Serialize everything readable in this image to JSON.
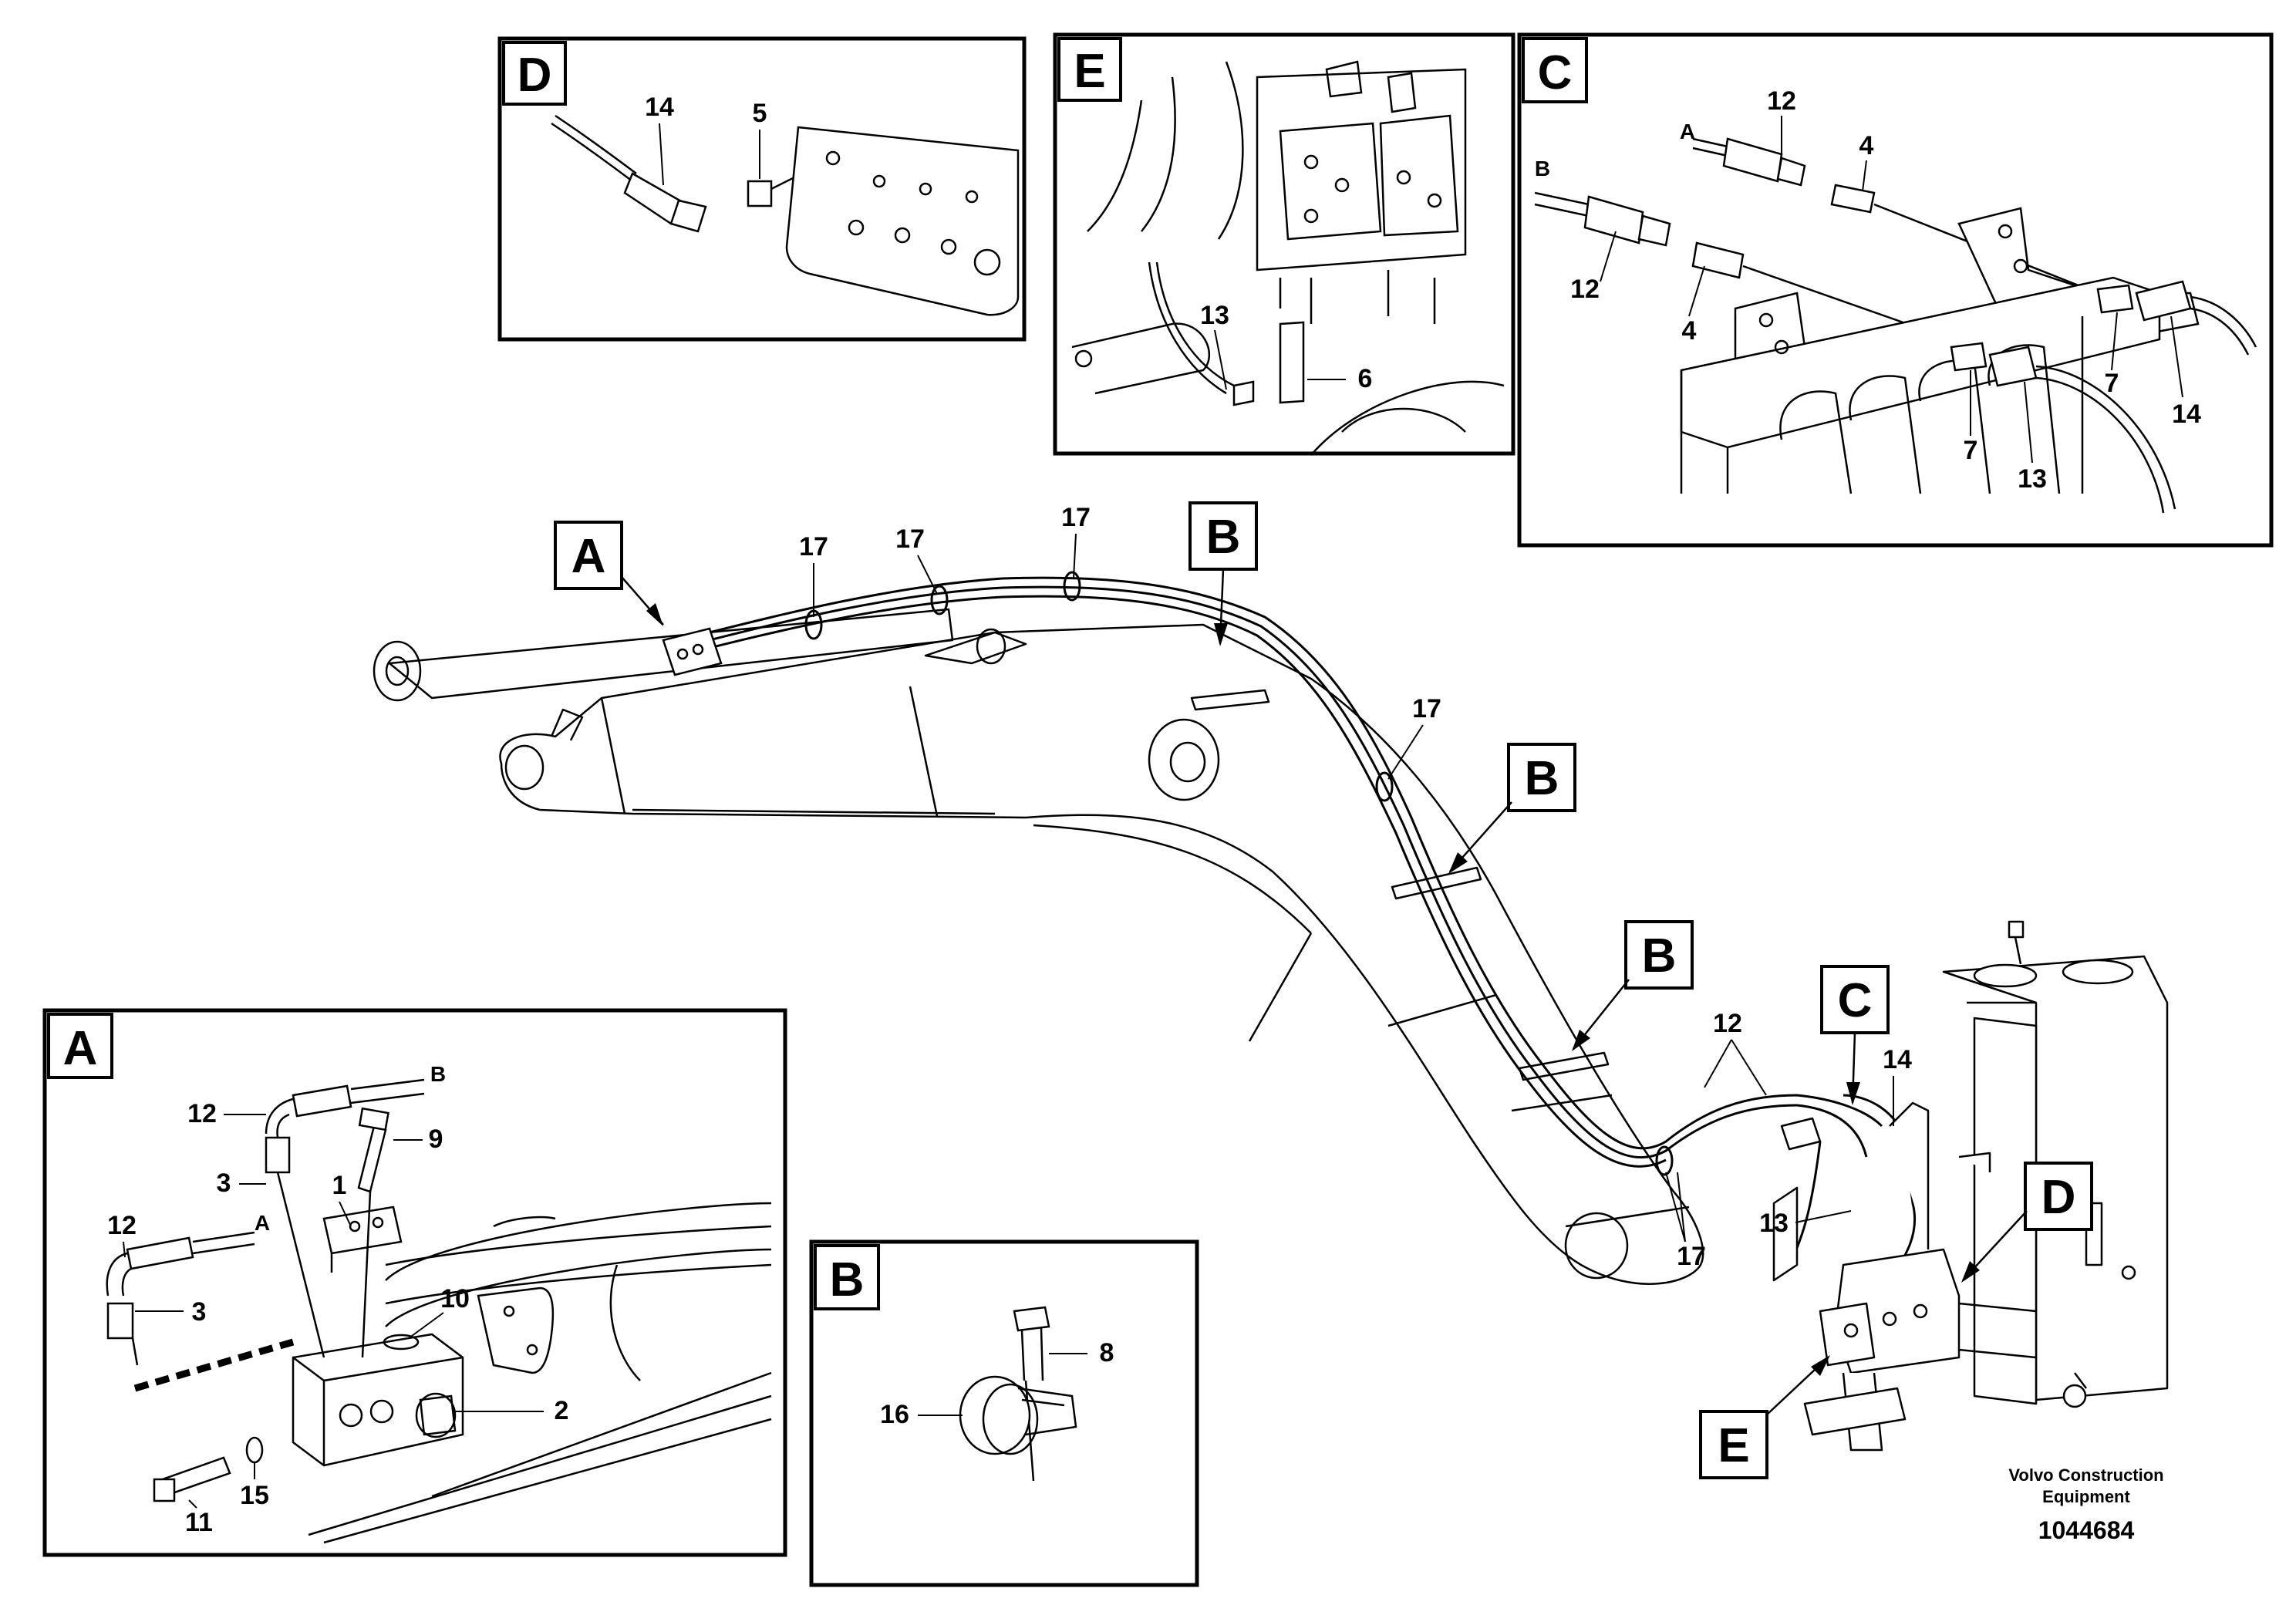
{
  "insets": {
    "D": {
      "letter": "D",
      "callouts": [
        "14",
        "5"
      ]
    },
    "E": {
      "letter": "E",
      "callouts": [
        "13",
        "6"
      ]
    },
    "C": {
      "letter": "C",
      "callouts": [
        "12",
        "4",
        "12",
        "4",
        "7",
        "7",
        "13",
        "14"
      ],
      "ports": [
        "A",
        "B"
      ]
    },
    "A": {
      "letter": "A",
      "callouts": [
        "12",
        "9",
        "3",
        "1",
        "12",
        "3",
        "10",
        "2",
        "11",
        "15"
      ],
      "ports": [
        "B",
        "A"
      ]
    },
    "B": {
      "letter": "B",
      "callouts": [
        "8",
        "16"
      ]
    }
  },
  "main": {
    "refs": {
      "A": "A",
      "B1": "B",
      "B2": "B",
      "B3": "B",
      "C": "C",
      "D": "D",
      "E": "E"
    },
    "callouts": {
      "c17a": "17",
      "c17b": "17",
      "c17c": "17",
      "c17d": "17",
      "c17e": "17",
      "c12": "12",
      "c14": "14",
      "c13": "13"
    }
  },
  "footer": {
    "brand_line1": "Volvo Construction",
    "brand_line2": "Equipment",
    "doc_number": "1044684"
  }
}
